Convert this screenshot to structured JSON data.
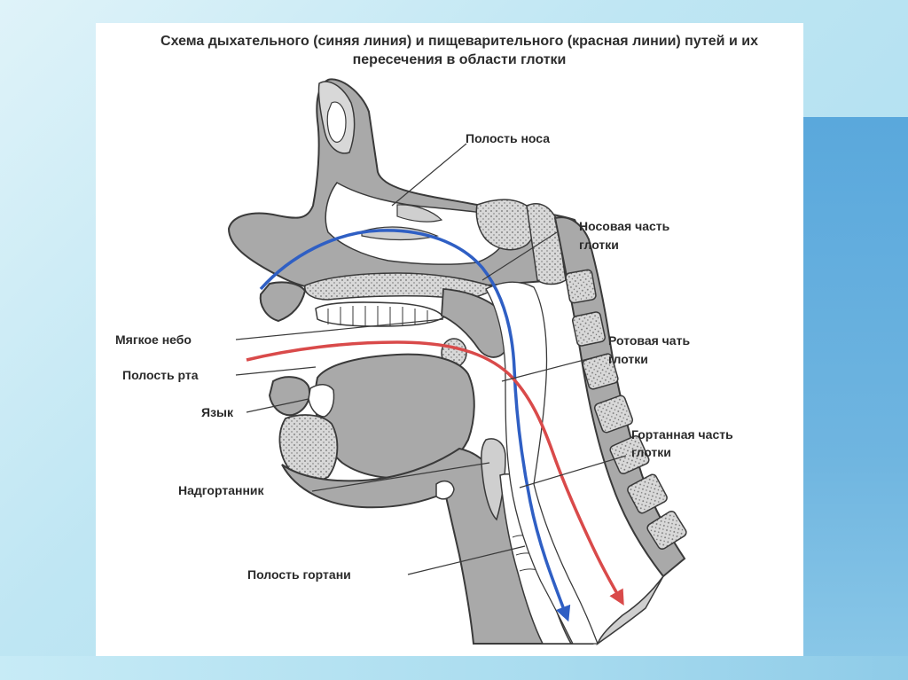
{
  "title": "Схема дыхательного (синяя линия) и пищеварительного (красная линии) путей и их пересечения в области глотки",
  "labels": {
    "nasal_cavity": "Полость носа",
    "nasopharynx_line1": "Носовая часть",
    "nasopharynx_line2": "глотки",
    "soft_palate": "Мягкое небо",
    "oral_cavity": "Полость рта",
    "oropharynx_line1": "Ротовая чать",
    "oropharynx_line2": "глотки",
    "tongue": "Язык",
    "laryngopharynx_line1": "Гортанная часть",
    "laryngopharynx_line2": "глотки",
    "epiglottis": "Надгортанник",
    "larynx_cavity": "Полость гортани"
  },
  "colors": {
    "airway": "#2f5fc4",
    "foodway": "#d94a4a",
    "tissue": "#a9a9a9",
    "outline": "#3a3a3a",
    "bone_dots": "#6e6e6e"
  }
}
